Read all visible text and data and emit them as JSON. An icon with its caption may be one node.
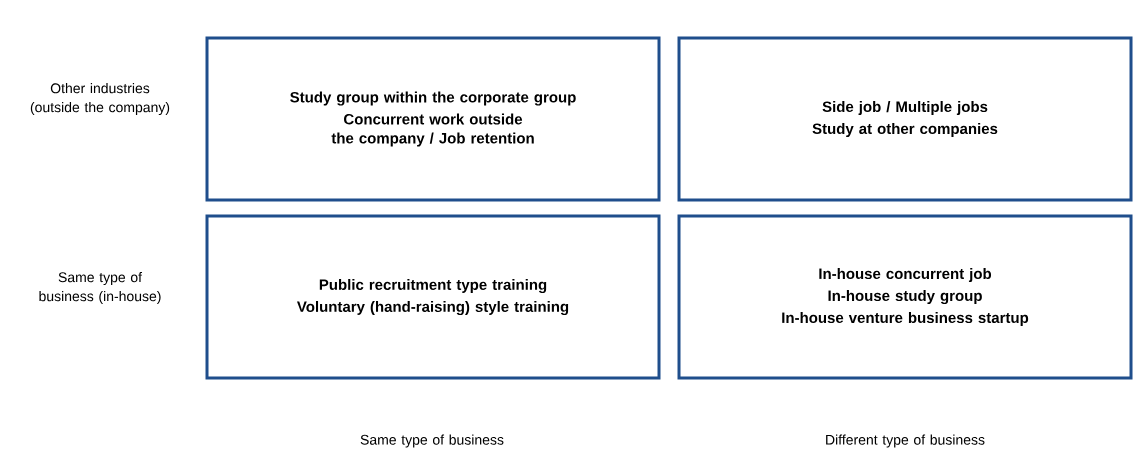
{
  "diagram": {
    "nodes": [
      {
        "text": [
          "Study group within the corporate group",
          "Concurrent work outside the company / Job retention"
        ]
      },
      {
        "text": [
          "Side job / Multiple jobs",
          "Study at other companies"
        ]
      },
      {
        "text": [
          "Public recruitment type training",
          "Voluntary (hand-raising) style training"
        ]
      },
      {
        "text": [
          "In-house concurrent job",
          "In-house study group",
          "In-house venture business startup"
        ]
      }
    ],
    "labels": [
      "Other industries (outside the company)",
      "Same type of business (in-house)",
      "Same type of business",
      "Different type of business"
    ]
  }
}
